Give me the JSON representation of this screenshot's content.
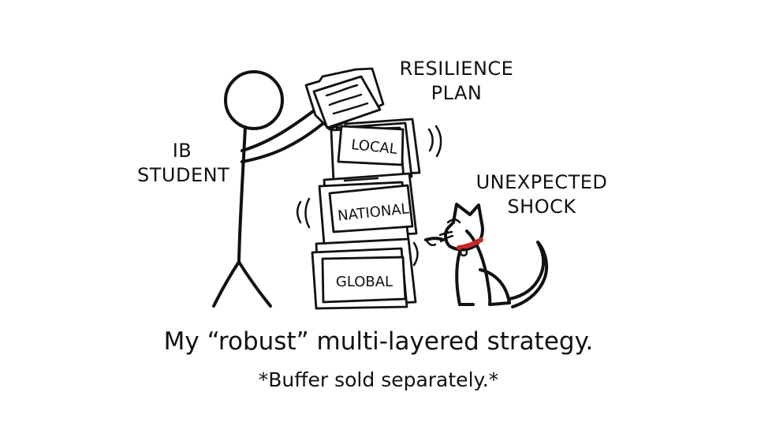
{
  "labels": {
    "resilience_line1": "RESILIENCE",
    "resilience_line2": "PLAN",
    "ib_line1": "IB",
    "ib_line2": "STUDENT",
    "shock_line1": "UNEXPECTED",
    "shock_line2": "SHOCK"
  },
  "files": {
    "top": "LOCAL",
    "middle": "NATIONAL",
    "bottom": "GLOBAL"
  },
  "caption": {
    "main": "My “robust” multi-layered strategy.",
    "sub": "*Buffer sold separately.*"
  },
  "colors": {
    "ink": "#111111",
    "background": "#ffffff",
    "collar": "#c62828"
  }
}
